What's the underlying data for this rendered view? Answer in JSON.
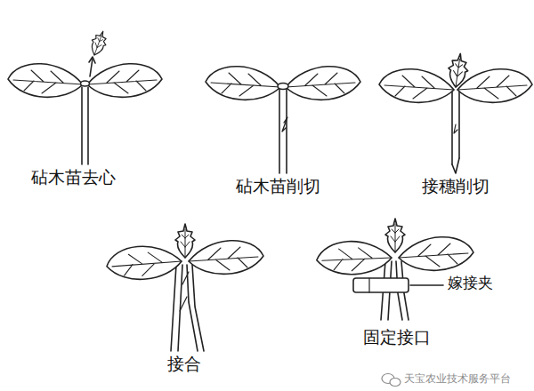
{
  "diagram": {
    "labels": [
      "砧木苗去心",
      "砧木苗削切",
      "接穗削切",
      "接合",
      "固定接口",
      "嫁接夹",
      "天宝农业技术服务平台"
    ]
  }
}
